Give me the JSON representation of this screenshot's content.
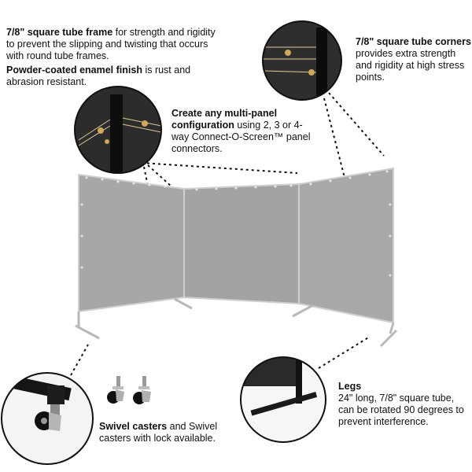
{
  "callouts": {
    "frame": {
      "bold": "7/8\" square tube frame",
      "rest": " for strength and rigidity to prevent the slipping and twisting that occurs with round tube frames."
    },
    "powder": {
      "bold": "Powder-coated enamel finish",
      "rest": " is rust and abrasion resistant."
    },
    "corners": {
      "bold": "7/8\"  square tube corners",
      "rest": " provides extra strength and rigidity at high stress points."
    },
    "multi": {
      "bold": "Create any multi-panel configuration",
      "rest": " using 2, 3 or 4-way Connect-O-Screen™ panel connectors."
    },
    "casters": {
      "bold": "Swivel casters",
      "rest": " and Swivel casters with lock available."
    },
    "legs": {
      "bold": "Legs",
      "rest": " 24\" long, 7/8\" square tube, can be rotated 90 degrees to prevent interference."
    }
  },
  "colors": {
    "panel": "#a6a6a4",
    "frame": "#c9c9c7",
    "curtain_dark": "#2b2b2b",
    "accent_text": "#111111"
  },
  "icons": [
    "panel-corner-detail",
    "square-tube-corner-detail",
    "swivel-caster-detail",
    "leg-detail"
  ]
}
